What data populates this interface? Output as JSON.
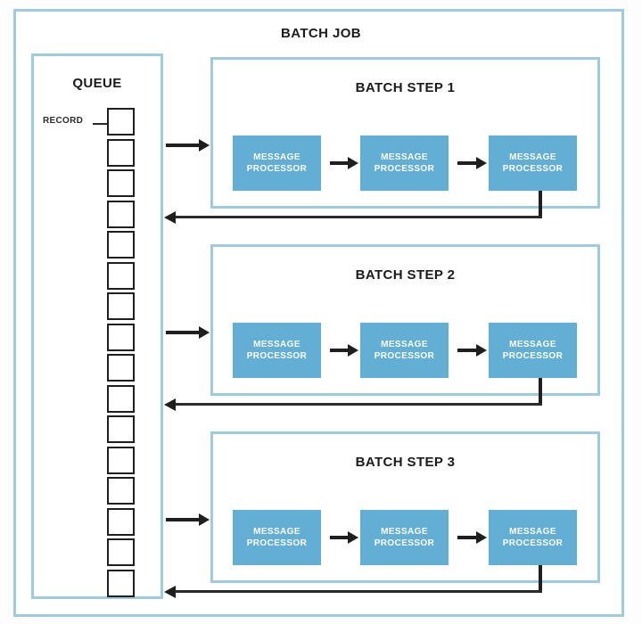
{
  "diagram": {
    "title": "BATCH JOB",
    "queue": {
      "title": "QUEUE",
      "record_label": "RECORD",
      "record_count": 16
    },
    "steps": [
      {
        "title": "BATCH STEP 1",
        "processors": [
          {
            "line1": "MESSAGE",
            "line2": "PROCESSOR"
          },
          {
            "line1": "MESSAGE",
            "line2": "PROCESSOR"
          },
          {
            "line1": "MESSAGE",
            "line2": "PROCESSOR"
          }
        ]
      },
      {
        "title": "BATCH STEP 2",
        "processors": [
          {
            "line1": "MESSAGE",
            "line2": "PROCESSOR"
          },
          {
            "line1": "MESSAGE",
            "line2": "PROCESSOR"
          },
          {
            "line1": "MESSAGE",
            "line2": "PROCESSOR"
          }
        ]
      },
      {
        "title": "BATCH STEP 3",
        "processors": [
          {
            "line1": "MESSAGE",
            "line2": "PROCESSOR"
          },
          {
            "line1": "MESSAGE",
            "line2": "PROCESSOR"
          },
          {
            "line1": "MESSAGE",
            "line2": "PROCESSOR"
          }
        ]
      }
    ],
    "colors": {
      "frame_border": "#9ecbe0",
      "processor_fill": "#62aed5",
      "processor_text": "#ffffff",
      "arrow": "#1f1f1f",
      "record_border": "#1f1f1f",
      "background": "#ffffff"
    }
  }
}
